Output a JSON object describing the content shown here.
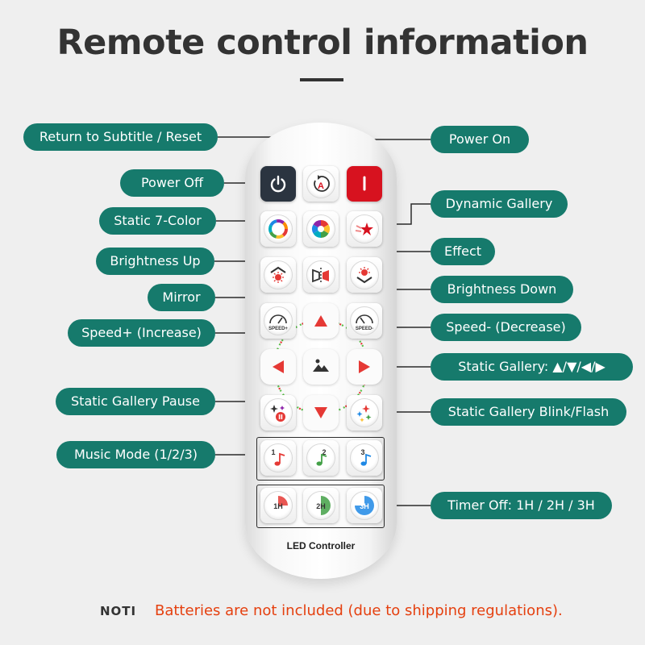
{
  "title": "Remote control information",
  "remote_label": "LED Controller",
  "buttons": {
    "speed_up_text": "SPEED+",
    "speed_down_text": "SPEED-",
    "music_1": "1",
    "music_2": "2",
    "music_3": "3",
    "timer_1": "1H",
    "timer_2": "2H",
    "timer_3": "3H"
  },
  "labels": {
    "return_reset": "Return to Subtitle / Reset",
    "power_on": "Power On",
    "power_off": "Power Off",
    "dynamic_gallery": "Dynamic Gallery",
    "static_7_color": "Static 7-Color",
    "effect": "Effect",
    "brightness_up": "Brightness Up",
    "brightness_down": "Brightness Down",
    "mirror": "Mirror",
    "speed_plus": "Speed+ (Increase)",
    "speed_minus": "Speed- (Decrease)",
    "static_gallery": "Static Gallery: ▲/▼/◀/▶",
    "static_gallery_pause": "Static Gallery Pause",
    "static_gallery_blink": "Static Gallery Blink/Flash",
    "music_mode": "Music Mode (1/2/3)",
    "timer_off": "Timer Off: 1H / 2H / 3H"
  },
  "note": {
    "key": "NOTI",
    "text": "Batteries are not included (due to shipping regulations)."
  },
  "colors": {
    "label_bg": "#167a6c",
    "note_text": "#e5400f",
    "power_on_red": "#d7121f",
    "power_off_dark": "#2b3440"
  }
}
